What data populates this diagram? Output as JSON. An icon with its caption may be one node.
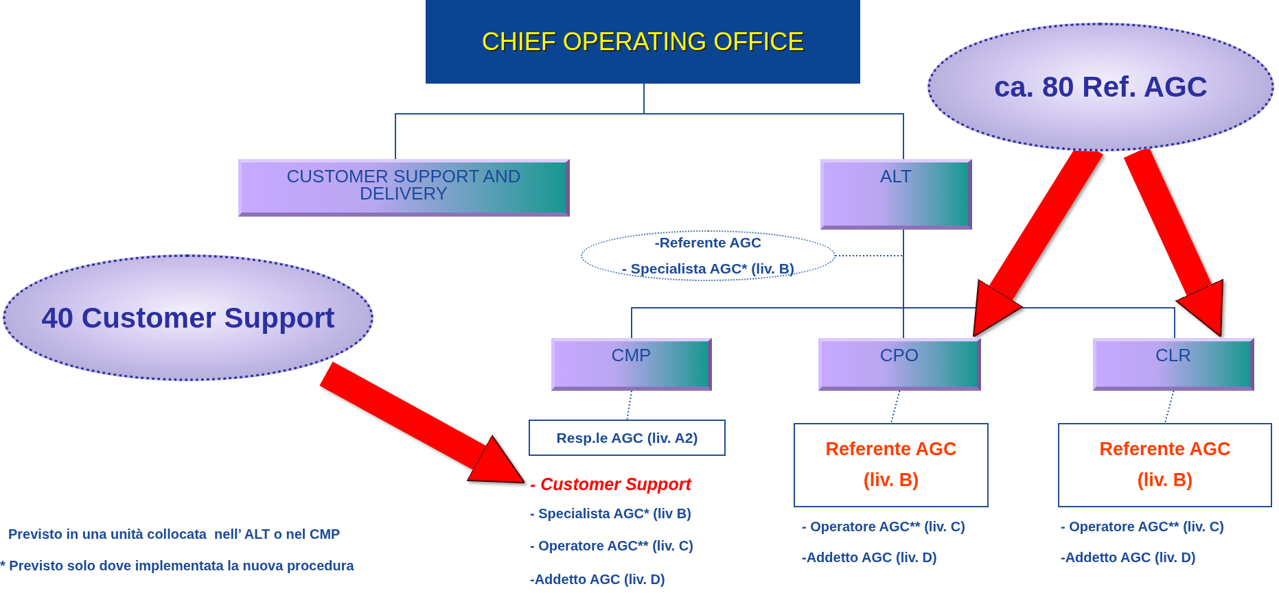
{
  "diagram": {
    "nodes": [
      {
        "text": [
          "CHIEF OPERATING OFFICE"
        ]
      },
      {
        "text": [
          "CUSTOMER SUPPORT AND DELIVERY"
        ]
      },
      {
        "text": [
          "ALT"
        ]
      },
      {
        "text": [
          "-Referente AGC",
          "- Specialista AGC* (liv. B)"
        ]
      },
      {
        "text": [
          "CMP"
        ]
      },
      {
        "text": [
          "CPO"
        ]
      },
      {
        "text": [
          "CLR"
        ]
      },
      {
        "text": [
          "Resp.le AGC (liv. A2)"
        ]
      },
      {
        "text": [
          "Referente AGC (liv. B)"
        ]
      },
      {
        "text": [
          "Referente AGC (liv. B)"
        ]
      },
      {
        "text": [
          "40 Customer Support"
        ]
      },
      {
        "text": [
          "ca. 80 Ref. AGC"
        ]
      },
      {
        "text": [
          "- Customer Support"
        ]
      }
    ],
    "edges": [
      {
        "from": 0,
        "to": 1,
        "arrow": "none"
      },
      {
        "from": 0,
        "to": 2,
        "arrow": "none"
      },
      {
        "from": 2,
        "to": 4,
        "arrow": "none"
      },
      {
        "from": 2,
        "to": 5,
        "arrow": "none"
      },
      {
        "from": 2,
        "to": 6,
        "arrow": "none"
      },
      {
        "from": 3,
        "to": 2,
        "arrow": "none",
        "style": "dashed"
      },
      {
        "from": 4,
        "to": 7,
        "arrow": "none",
        "style": "dashed"
      },
      {
        "from": 5,
        "to": 8,
        "arrow": "none",
        "style": "dashed"
      },
      {
        "from": 6,
        "to": 9,
        "arrow": "none",
        "style": "dashed"
      },
      {
        "from": 10,
        "to": 12,
        "arrow": "to",
        "style": "thick",
        "color": "#ff0000"
      },
      {
        "from": 11,
        "to": 5,
        "arrow": "to",
        "style": "thick",
        "color": "#ff0000"
      },
      {
        "from": 11,
        "to": 6,
        "arrow": "to",
        "style": "thick",
        "color": "#ff0000"
      }
    ],
    "labels": [
      "- Specialista AGC* (liv B)",
      "- Operatore AGC** (liv. C)",
      "-Addetto AGC (liv. D)",
      "- Operatore AGC** (liv. C)",
      "-Addetto AGC (liv. D)",
      "- Operatore AGC** (liv. C)",
      "-Addetto AGC (liv. D)",
      "Previsto in una unità collocata  nell’ ALT o nel CMP",
      "* Previsto solo dove implementata la nuova procedura"
    ]
  }
}
